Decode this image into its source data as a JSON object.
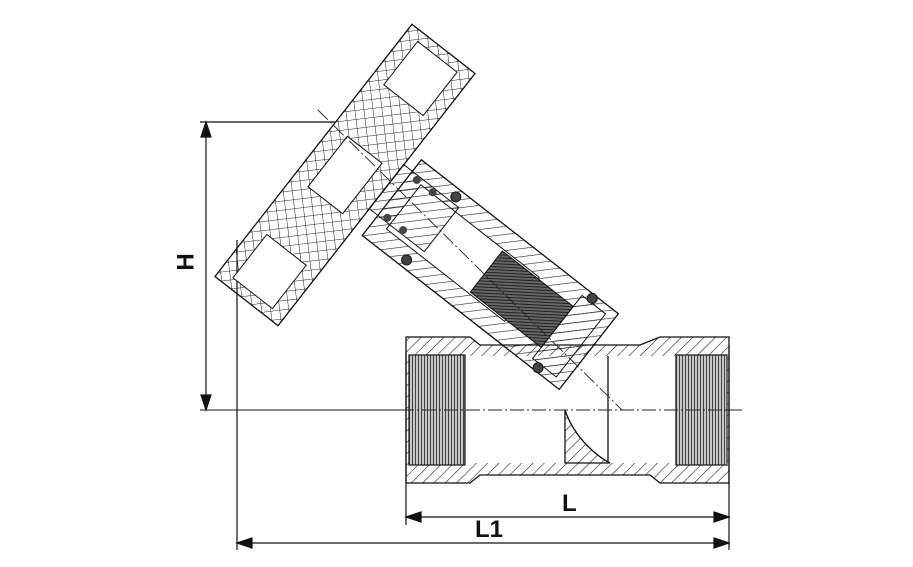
{
  "diagram": {
    "type": "technical-cross-section",
    "subject": "Y-pattern valve with handwheel (sectional view)",
    "colors": {
      "line": "#111111",
      "hatch": "#222222",
      "thread_fill": "#555555",
      "background": "#ffffff"
    },
    "dimensions": {
      "H": "H",
      "L": "L",
      "L1": "L1"
    },
    "components": [
      "handwheel",
      "stem",
      "bonnet",
      "o-rings",
      "threaded-spindle",
      "valve-disc",
      "body",
      "inlet-female-thread",
      "outlet-female-thread",
      "centerline"
    ]
  }
}
